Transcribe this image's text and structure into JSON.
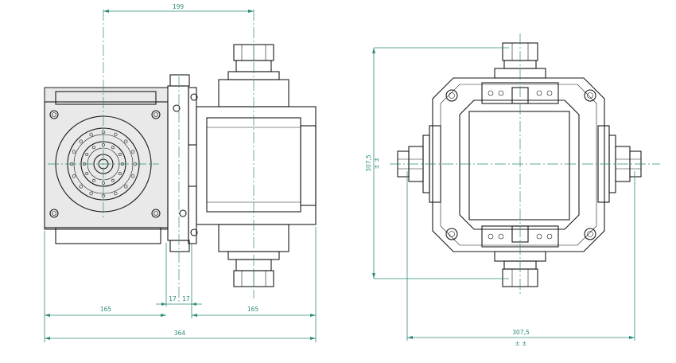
{
  "drawing": {
    "front_view": {
      "dim_top": "199",
      "dim_left": "165",
      "dim_mid_a": "17",
      "dim_mid_b": "17",
      "dim_right": "165",
      "dim_total": "364"
    },
    "side_view": {
      "dim_height": "307,5",
      "dim_width": "307,5",
      "height_suffix": "± ±",
      "width_suffix": "± ±"
    },
    "colors": {
      "dimension": "#2e8b7a",
      "linework": "#1a1a1a",
      "fill": "#e9e9e9"
    }
  }
}
